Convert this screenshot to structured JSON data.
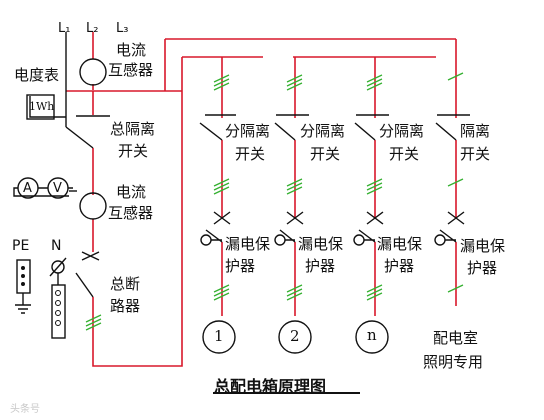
{
  "labels": {
    "l1": "L₁",
    "l2": "L₂",
    "l3": "L₃",
    "current_transformer_top_1": "电流",
    "current_transformer_top_2": "互感器",
    "energy_meter": "电度表",
    "energy_meter_unit": "1Wh",
    "main_isolator_1": "总隔离",
    "main_isolator_2": "开关",
    "current_transformer_mid_1": "电流",
    "current_transformer_mid_2": "互感器",
    "ammeter": "A",
    "voltmeter": "V",
    "pe": "PE",
    "n": "N",
    "main_breaker_1": "总断",
    "main_breaker_2": "路器",
    "branch_isolator_1": "分隔离",
    "branch_isolator_2": "开关",
    "isolator_4_1": "隔离",
    "isolator_4_2": "开关",
    "rcd_1": "漏电保",
    "rcd_2": "护器",
    "load_1": "1",
    "load_2": "2",
    "load_n": "n",
    "distribution_room_1": "配电室",
    "distribution_room_2": "照明专用",
    "title": "总配电箱原理图",
    "watermark": "头条号"
  },
  "colors": {
    "wire": "#d8182b",
    "line": "#111111",
    "tick": "#34b030"
  }
}
